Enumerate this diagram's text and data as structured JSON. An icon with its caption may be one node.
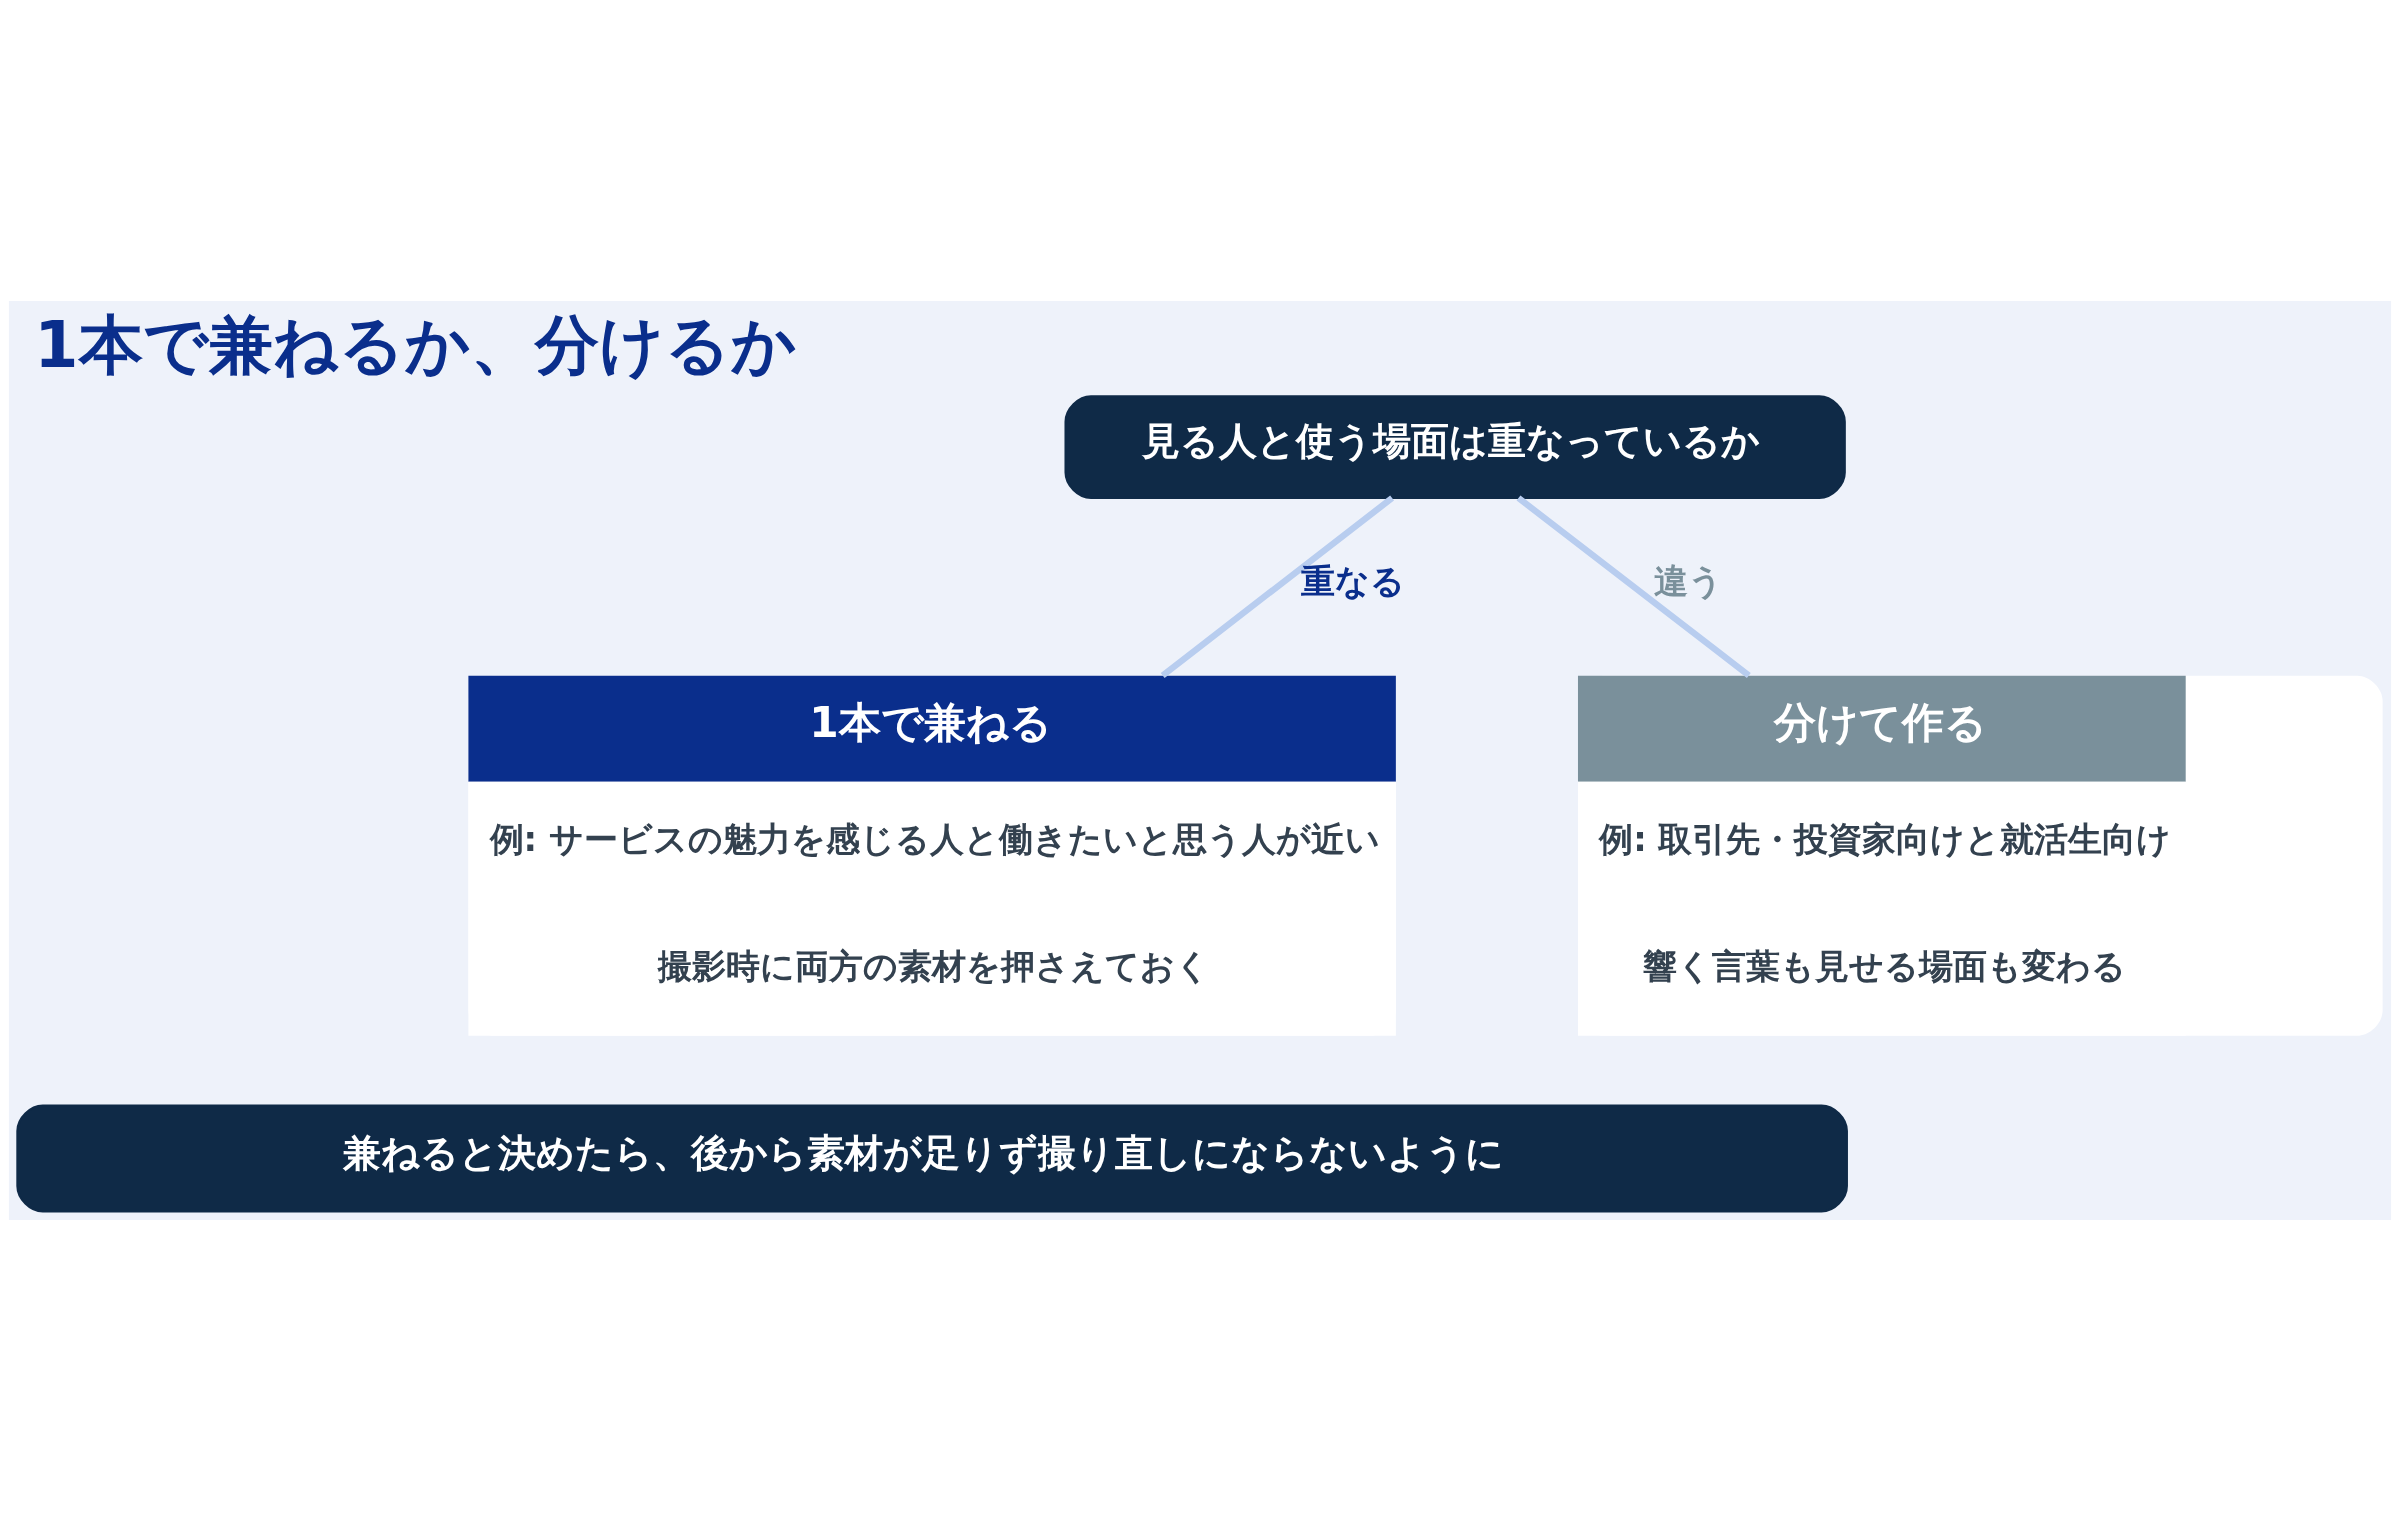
{
  "diagram": {
    "title": "1本で兼ねるか、分けるか",
    "nodes": [
      {
        "text": [
          "見る人と使う場面は重なっているか"
        ]
      },
      {
        "text": [
          "1本で兼ねる",
          "例: サービスの魅力を感じる人と働きたいと思う人が近い",
          "撮影時に両方の素材を押さえておく"
        ]
      },
      {
        "text": [
          "分けて作る",
          "例: 取引先・投資家向けと就活生向け",
          "響く言葉も見せる場面も変わる"
        ]
      },
      {
        "text": [
          "兼ねると決めたら、後から素材が足りず撮り直しにならないように"
        ]
      }
    ],
    "edges": [
      {
        "from": 0,
        "to": 1,
        "arrow": "none",
        "label": "重なる"
      },
      {
        "from": 0,
        "to": 2,
        "arrow": "none",
        "label": "違う"
      }
    ]
  }
}
